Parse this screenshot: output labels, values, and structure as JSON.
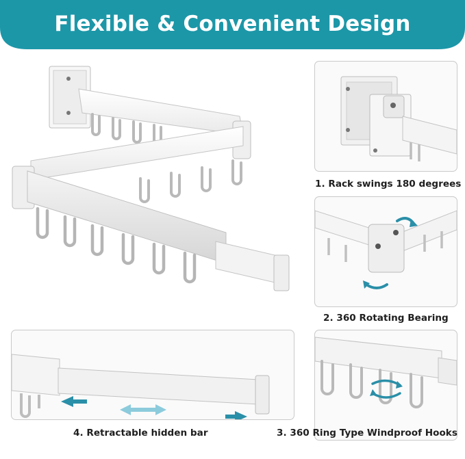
{
  "banner": {
    "title": "Flexible & Convenient Design",
    "color": "#1c97a8"
  },
  "accent_color": "#2a8fa8",
  "features": [
    {
      "caption": "1. Rack swings 180 degrees"
    },
    {
      "caption": "2. 360 Rotating Bearing"
    },
    {
      "caption": "4. Retractable hidden bar"
    },
    {
      "caption": "3. 360 Ring Type Windproof Hooks"
    }
  ],
  "icons": {
    "rotate_arrows": "rotate-arrows-icon",
    "extend_arrows": "extend-arrows-icon"
  }
}
